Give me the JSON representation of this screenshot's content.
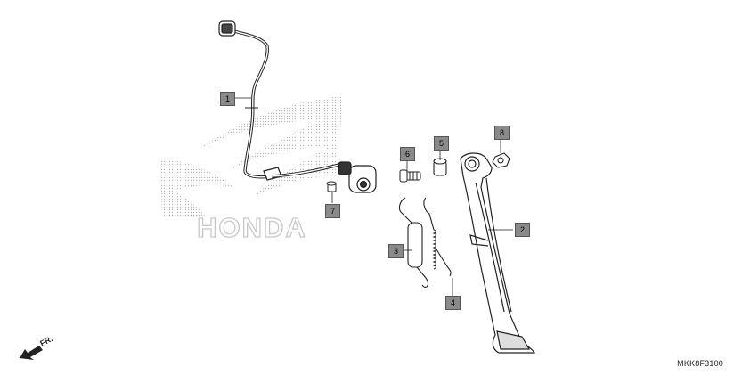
{
  "watermark": {
    "brand": "HONDA"
  },
  "direction": {
    "label": "FR."
  },
  "diagram_code": "MKK8F3100",
  "callouts": [
    {
      "id": "1",
      "label": "1"
    },
    {
      "id": "2",
      "label": "2"
    },
    {
      "id": "3",
      "label": "3"
    },
    {
      "id": "4",
      "label": "4"
    },
    {
      "id": "5",
      "label": "5"
    },
    {
      "id": "6",
      "label": "6"
    },
    {
      "id": "7",
      "label": "7"
    },
    {
      "id": "8",
      "label": "8"
    }
  ]
}
